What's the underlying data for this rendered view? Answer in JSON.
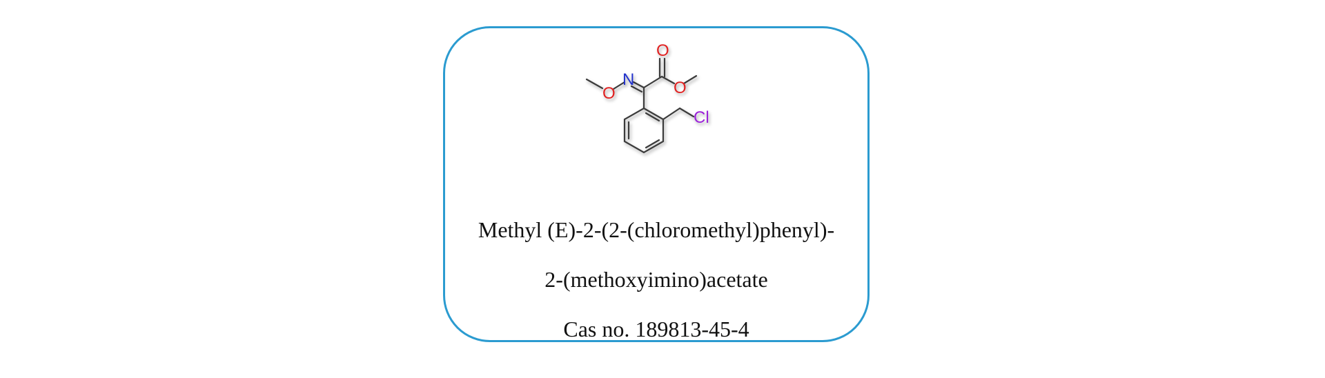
{
  "compound": {
    "name_line1": "Methyl (E)-2-(2-(chloromethyl)phenyl)-",
    "name_line2": "2-(methoxyimino)acetate",
    "cas": "Cas no. 189813-45-4"
  },
  "atoms": {
    "oxygen_carbonyl": "O",
    "oxygen_ester": "O",
    "oxygen_oxime": "O",
    "nitrogen": "N",
    "chlorine": "Cl"
  },
  "colors": {
    "border": "#2b9bd0",
    "oxygen": "#e02020",
    "nitrogen": "#2233cc",
    "chlorine": "#9b22d8",
    "bond": "#3a3a3a"
  }
}
